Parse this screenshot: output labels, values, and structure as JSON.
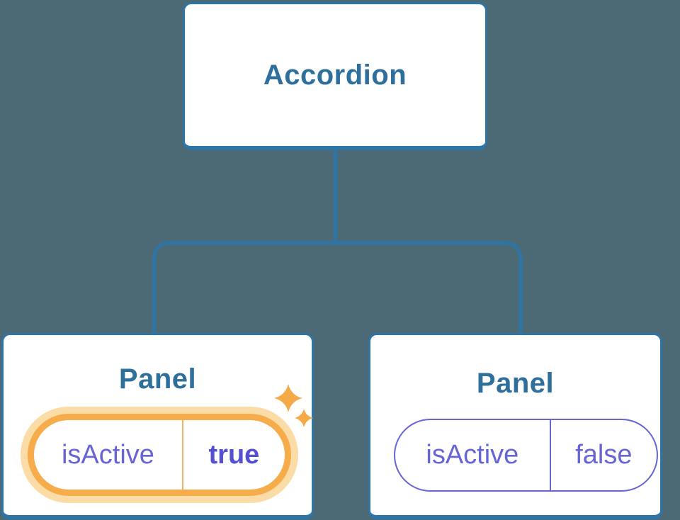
{
  "diagram": {
    "root": {
      "label": "Accordion"
    },
    "panels": [
      {
        "title": "Panel",
        "prop_name": "isActive",
        "prop_value": "true",
        "highlighted": true,
        "icon": "sparkles-icon"
      },
      {
        "title": "Panel",
        "prop_name": "isActive",
        "prop_value": "false",
        "highlighted": false
      }
    ]
  },
  "colors": {
    "bg": "#4C6976",
    "stroke": "#2E75A6",
    "heading": "#2E6F9C",
    "card": "#FFFFFF",
    "purple": "#6565D6",
    "purpleBold": "#5350D2",
    "orange": "#F6AC4B",
    "orangeGlow": "#FBDCA6",
    "orangeDivider": "#F0B368",
    "sparkle": "#F5A947"
  }
}
